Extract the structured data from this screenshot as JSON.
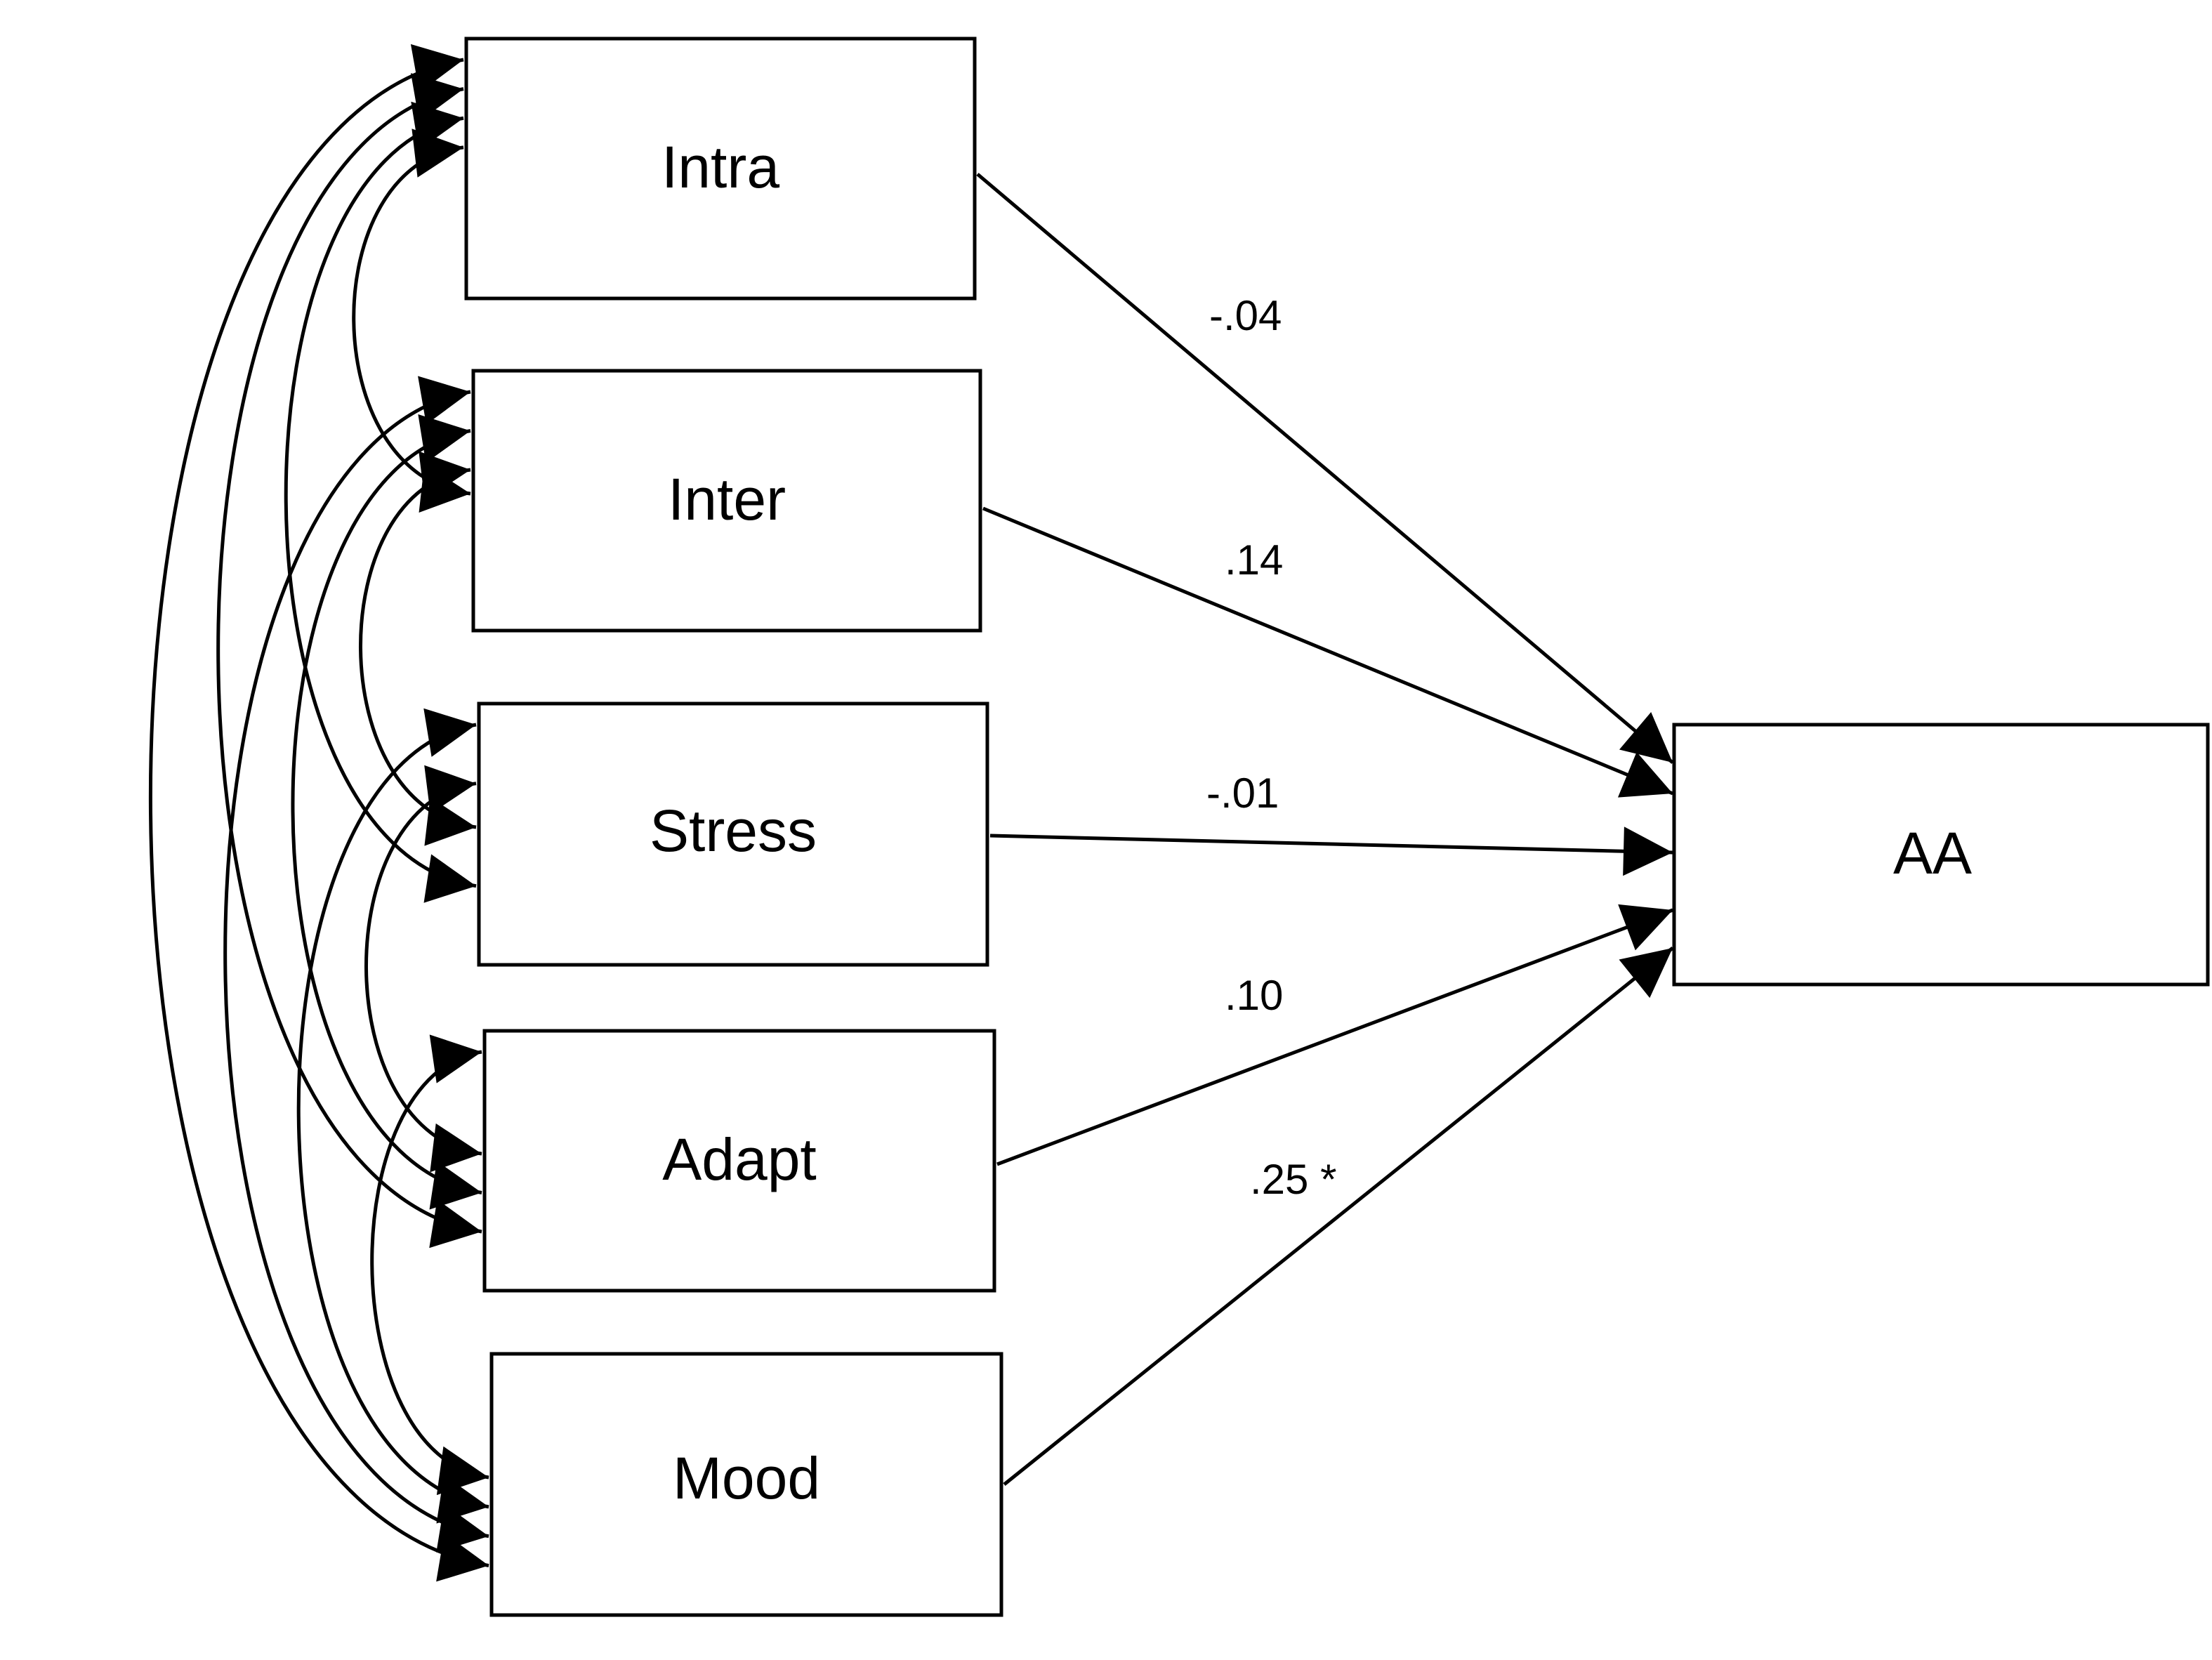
{
  "predictors": [
    {
      "id": "intra",
      "label": "Intra"
    },
    {
      "id": "inter",
      "label": "Inter"
    },
    {
      "id": "stress",
      "label": "Stress"
    },
    {
      "id": "adapt",
      "label": "Adapt"
    },
    {
      "id": "mood",
      "label": "Mood"
    }
  ],
  "outcome": {
    "id": "aa",
    "label": "AA"
  },
  "paths": [
    {
      "from": "intra",
      "to": "aa",
      "coefficient": "-.04"
    },
    {
      "from": "inter",
      "to": "aa",
      "coefficient": ".14"
    },
    {
      "from": "stress",
      "to": "aa",
      "coefficient": "-.01"
    },
    {
      "from": "adapt",
      "to": "aa",
      "coefficient": ".10"
    },
    {
      "from": "mood",
      "to": "aa",
      "coefficient": ".25 *"
    }
  ],
  "covariances": [
    [
      "intra",
      "inter"
    ],
    [
      "intra",
      "stress"
    ],
    [
      "intra",
      "adapt"
    ],
    [
      "intra",
      "mood"
    ],
    [
      "inter",
      "stress"
    ],
    [
      "inter",
      "adapt"
    ],
    [
      "inter",
      "mood"
    ],
    [
      "stress",
      "adapt"
    ],
    [
      "stress",
      "mood"
    ],
    [
      "adapt",
      "mood"
    ]
  ]
}
